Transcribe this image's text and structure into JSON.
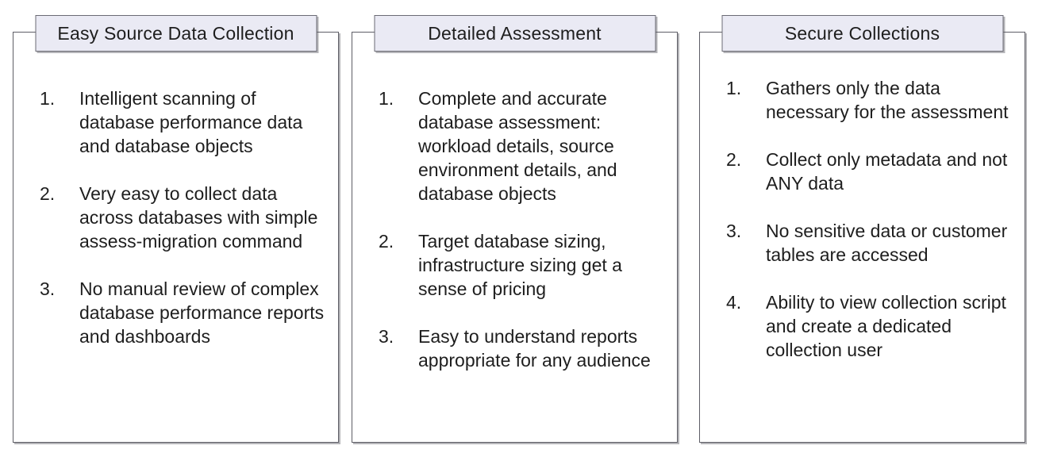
{
  "colors": {
    "header_bg": "#EAEAF4",
    "header_border": "#6B6B74",
    "panel_border": "#5E5E66",
    "text_color": "#1E1E1E",
    "page_bg": "#FFFFFF"
  },
  "panels": [
    {
      "title": "Easy Source Data Collection",
      "items": [
        {
          "num": "1.",
          "text": "Intelligent scanning of database performance data and database objects"
        },
        {
          "num": "2.",
          "text": "Very easy to collect data across databases with simple assess-migration command"
        },
        {
          "num": "3.",
          "text": "No manual review of complex database performance reports and dashboards"
        }
      ]
    },
    {
      "title": "Detailed Assessment",
      "items": [
        {
          "num": "1.",
          "text": "Complete and accurate database assessment: workload details, source environment details, and database objects"
        },
        {
          "num": "2.",
          "text": "Target database sizing, infrastructure sizing get a sense of pricing"
        },
        {
          "num": "3.",
          "text": "Easy to understand reports appropriate for any audience"
        }
      ]
    },
    {
      "title": "Secure Collections",
      "items": [
        {
          "num": "1.",
          "text": "Gathers only the data necessary for the assessment"
        },
        {
          "num": "2.",
          "text": "Collect only metadata and not ANY data"
        },
        {
          "num": "3.",
          "text": "No sensitive data or customer tables are accessed"
        },
        {
          "num": "4.",
          "text": "Ability to view collection script and create a dedicated collection user"
        }
      ]
    }
  ]
}
